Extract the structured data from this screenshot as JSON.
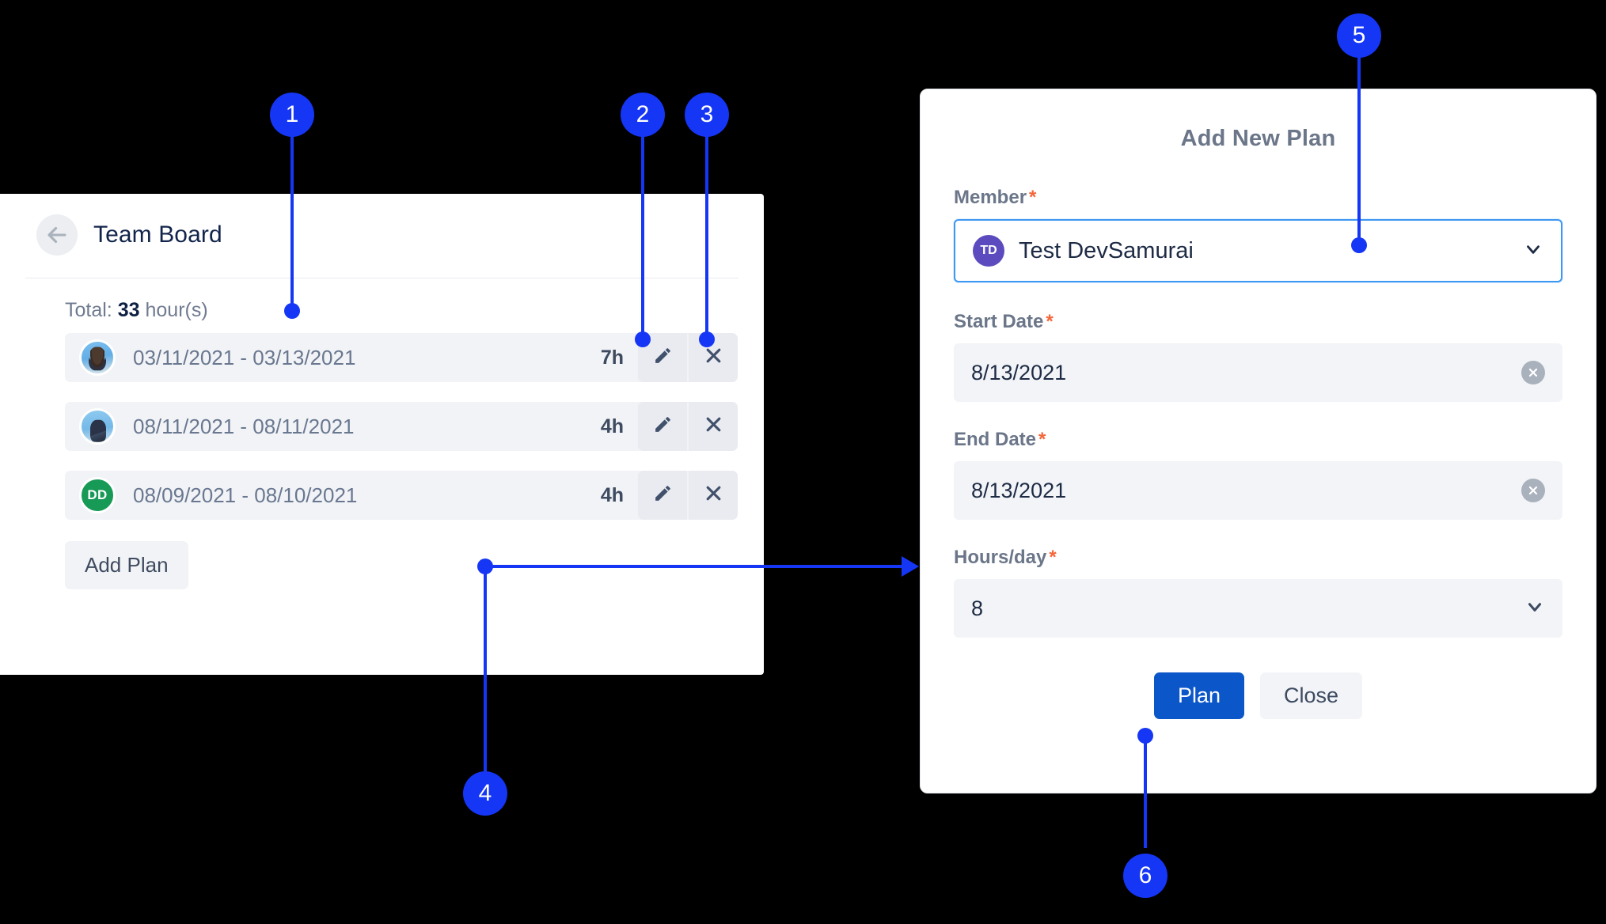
{
  "board": {
    "title": "Team Board",
    "back_icon": "arrow-left-icon",
    "total_prefix": "Total:",
    "total_value": "33",
    "total_suffix": "hour(s)",
    "add_plan_label": "Add Plan",
    "rows": [
      {
        "avatar_kind": "photo",
        "avatar_style": "photo-a",
        "avatar_initials": "",
        "dates": "03/11/2021 - 03/13/2021",
        "hours": "7h",
        "edit_icon": "pencil-icon",
        "delete_icon": "close-x-icon"
      },
      {
        "avatar_kind": "photo",
        "avatar_style": "photo-b",
        "avatar_initials": "",
        "dates": "08/11/2021 - 08/11/2021",
        "hours": "4h",
        "edit_icon": "pencil-icon",
        "delete_icon": "close-x-icon"
      },
      {
        "avatar_kind": "initials",
        "avatar_style": "initials-green",
        "avatar_initials": "DD",
        "dates": "08/09/2021 - 08/10/2021",
        "hours": "4h",
        "edit_icon": "pencil-icon",
        "delete_icon": "close-x-icon"
      }
    ]
  },
  "dialog": {
    "title": "Add New Plan",
    "required_mark": "*",
    "member": {
      "label": "Member",
      "avatar_initials": "TD",
      "value": "Test DevSamurai",
      "chevron_icon": "chevron-down-icon"
    },
    "start_date": {
      "label": "Start Date",
      "value": "8/13/2021",
      "clear_icon": "clear-circle-x-icon"
    },
    "end_date": {
      "label": "End Date",
      "value": "8/13/2021",
      "clear_icon": "clear-circle-x-icon"
    },
    "hours_per_day": {
      "label": "Hours/day",
      "value": "8",
      "chevron_icon": "chevron-down-icon"
    },
    "submit_label": "Plan",
    "close_label": "Close"
  },
  "callouts": [
    {
      "number": "1"
    },
    {
      "number": "2"
    },
    {
      "number": "3"
    },
    {
      "number": "4"
    },
    {
      "number": "5"
    },
    {
      "number": "6"
    }
  ],
  "colors": {
    "callout_blue": "#1536f5",
    "primary_button": "#0b57c9",
    "focus_border": "#3e97f2",
    "required_asterisk": "#f4663a",
    "member_avatar": "#5b4bbe",
    "initials_avatar": "#179a56",
    "backdrop": "#000000"
  }
}
